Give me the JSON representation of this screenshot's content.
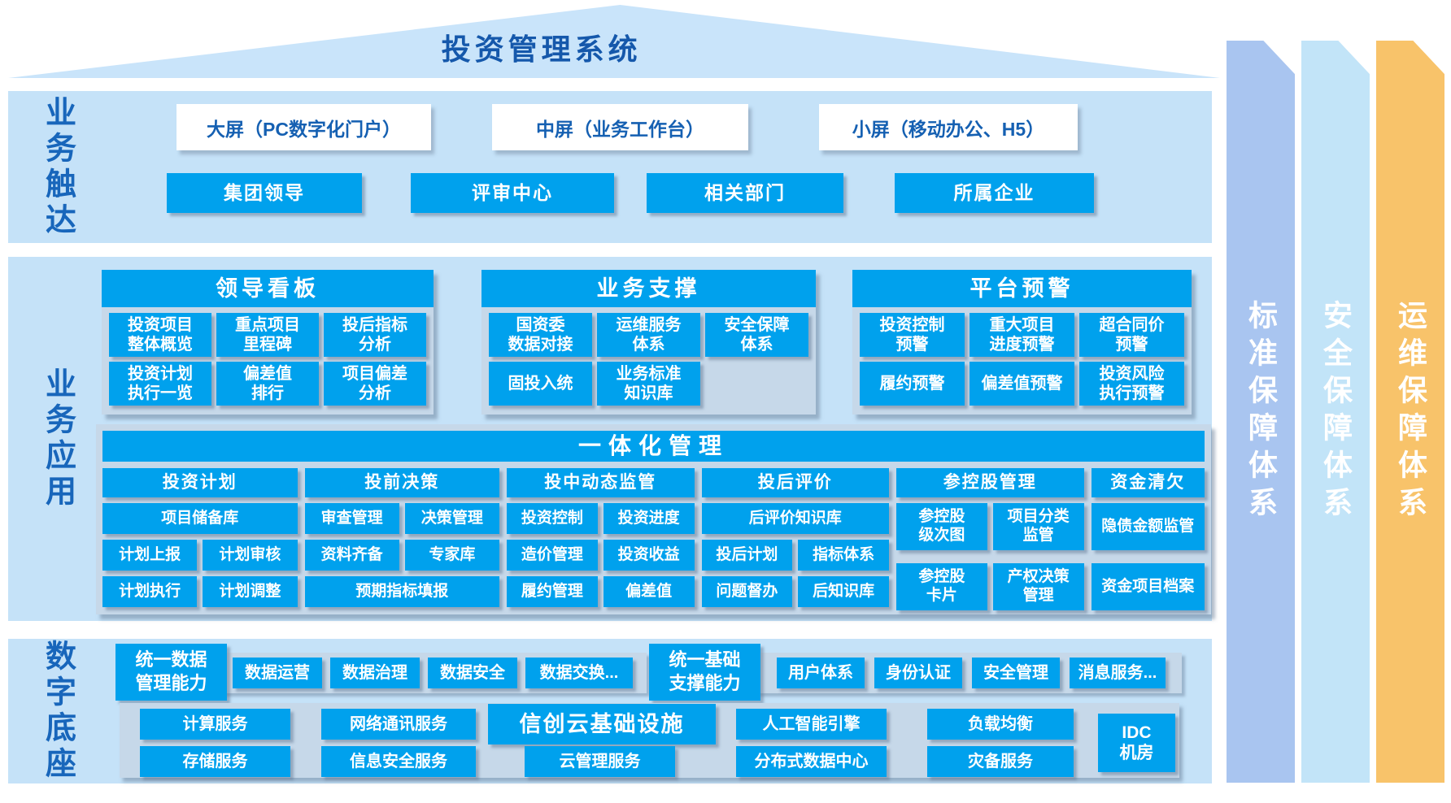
{
  "roof": {
    "title": "投资管理系统"
  },
  "reach": {
    "label": "业务触达",
    "screens": [
      "大屏（PC数字化门户）",
      "中屏（业务工作台）",
      "小屏（移动办公、H5）"
    ],
    "roles": [
      "集团领导",
      "评审中心",
      "相关部门",
      "所属企业"
    ]
  },
  "apps": {
    "label": "业务应用",
    "dashboard": {
      "title": "领导看板",
      "row1": [
        "投资项目\n整体概览",
        "重点项目\n里程碑",
        "投后指标\n分析"
      ],
      "row2": [
        "投资计划\n执行一览",
        "偏差值\n排行",
        "项目偏差\n分析"
      ]
    },
    "support": {
      "title": "业务支撑",
      "row1": [
        "国资委\n数据对接",
        "运维服务\n体系",
        "安全保障\n体系"
      ],
      "row2": [
        "固投入统",
        "业务标准\n知识库"
      ]
    },
    "warning": {
      "title": "平台预警",
      "row1": [
        "投资控制\n预警",
        "重大项目\n进度预警",
        "超合同价\n预警"
      ],
      "row2": [
        "履约预警",
        "偏差值预警",
        "投资风险\n执行预警"
      ]
    },
    "integrated": {
      "title": "一体化管理",
      "columns": [
        {
          "header": "投资计划",
          "rows": [
            [
              "项目储备库"
            ],
            [
              "计划上报",
              "计划审核"
            ],
            [
              "计划执行",
              "计划调整"
            ]
          ]
        },
        {
          "header": "投前决策",
          "rows": [
            [
              "审查管理",
              "决策管理"
            ],
            [
              "资料齐备",
              "专家库"
            ],
            [
              "预期指标填报"
            ]
          ]
        },
        {
          "header": "投中动态监管",
          "rows": [
            [
              "投资控制",
              "投资进度"
            ],
            [
              "造价管理",
              "投资收益"
            ],
            [
              "履约管理",
              "偏差值"
            ]
          ]
        },
        {
          "header": "投后评价",
          "rows": [
            [
              "后评价知识库"
            ],
            [
              "投后计划",
              "指标体系"
            ],
            [
              "问题督办",
              "后知识库"
            ]
          ]
        },
        {
          "header": "参控股管理",
          "tall_rows": [
            [
              "参控股\n级次图",
              "项目分类\n监管"
            ],
            [
              "参控股\n卡片",
              "产权决策\n管理"
            ]
          ]
        },
        {
          "header": "资金清欠",
          "tall_rows": [
            [
              "隐债金额监管"
            ],
            [
              "资金项目档案"
            ]
          ]
        }
      ]
    }
  },
  "base": {
    "label": "数字底座",
    "data_group": {
      "title": "统一数据\n管理能力",
      "items": [
        "数据运营",
        "数据治理",
        "数据安全",
        "数据交换..."
      ]
    },
    "basic_group": {
      "title": "统一基础\n支撑能力",
      "items": [
        "用户体系",
        "身份认证",
        "安全管理",
        "消息服务..."
      ]
    },
    "infra": {
      "cloud_title": "信创云基础设施",
      "row1": [
        "计算服务",
        "网络通讯服务",
        "人工智能引擎",
        "负载均衡"
      ],
      "row2": [
        "存储服务",
        "信息安全服务",
        "云管理服务",
        "分布式数据中心",
        "灾备服务"
      ],
      "idc": "IDC\n机房"
    }
  },
  "pillars": [
    {
      "label": "标准保障体系",
      "color": "#a9c5f0"
    },
    {
      "label": "安全保障体系",
      "color": "#c2e4f8"
    },
    {
      "label": "运维保障体系",
      "color": "#f8c36a"
    }
  ],
  "colors": {
    "accent_blue": "#00a1ed",
    "section_bg": "#c5e2f8",
    "panel_bg": "#c6d8e9",
    "title_blue": "#1558ab",
    "label_blue": "#1866bb"
  }
}
